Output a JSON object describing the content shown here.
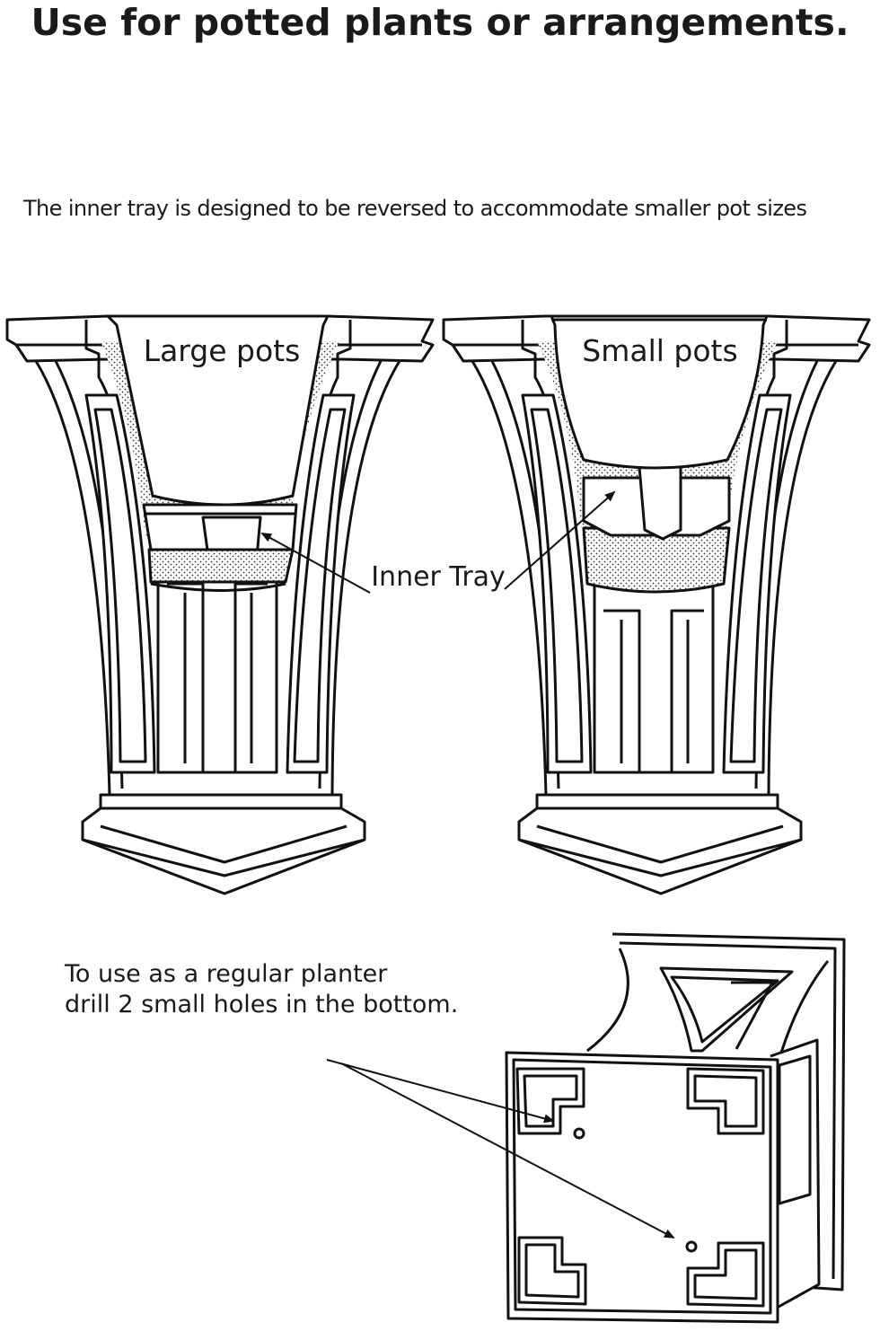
{
  "heading": "Use for potted plants or arrangements.",
  "subheading": "The inner tray is designed to be reversed to accommodate smaller pot sizes",
  "labels": {
    "large_pots": "Large pots",
    "small_pots": "Small pots",
    "inner_tray": "Inner Tray"
  },
  "drill_note": {
    "line1": "To use as a regular planter",
    "line2": "drill 2 small holes in the bottom."
  },
  "icons": [
    "planter-large-pot-illustration",
    "planter-small-pot-illustration",
    "planter-bottom-view-illustration",
    "pointer-arrow"
  ]
}
